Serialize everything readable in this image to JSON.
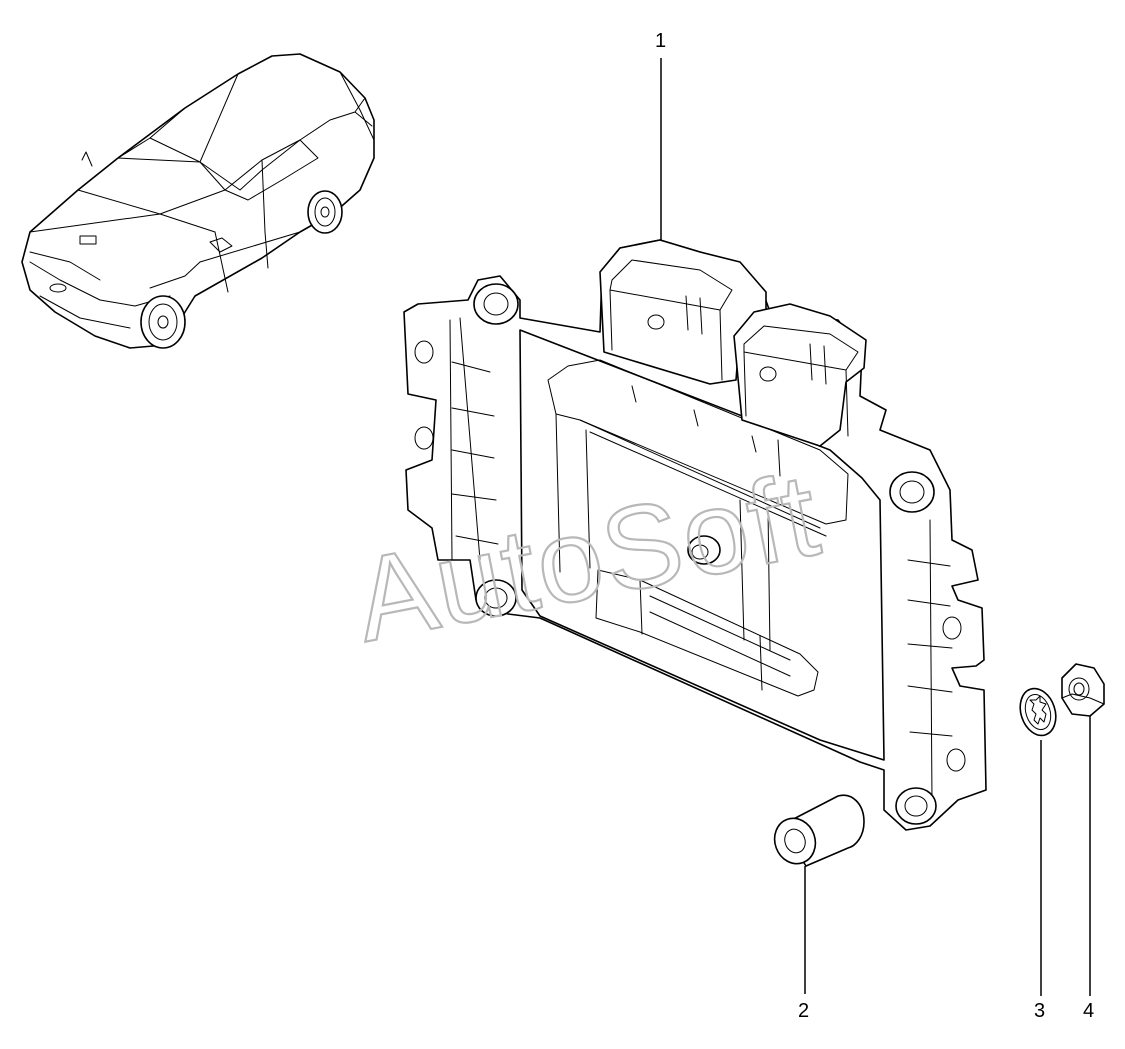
{
  "watermark": "AutoSoft",
  "callouts": [
    {
      "number": "1"
    },
    {
      "number": "2"
    },
    {
      "number": "3"
    },
    {
      "number": "4"
    }
  ],
  "colors": {
    "line": "#000000",
    "watermark": "#b8b8b8",
    "background": "#ffffff"
  }
}
